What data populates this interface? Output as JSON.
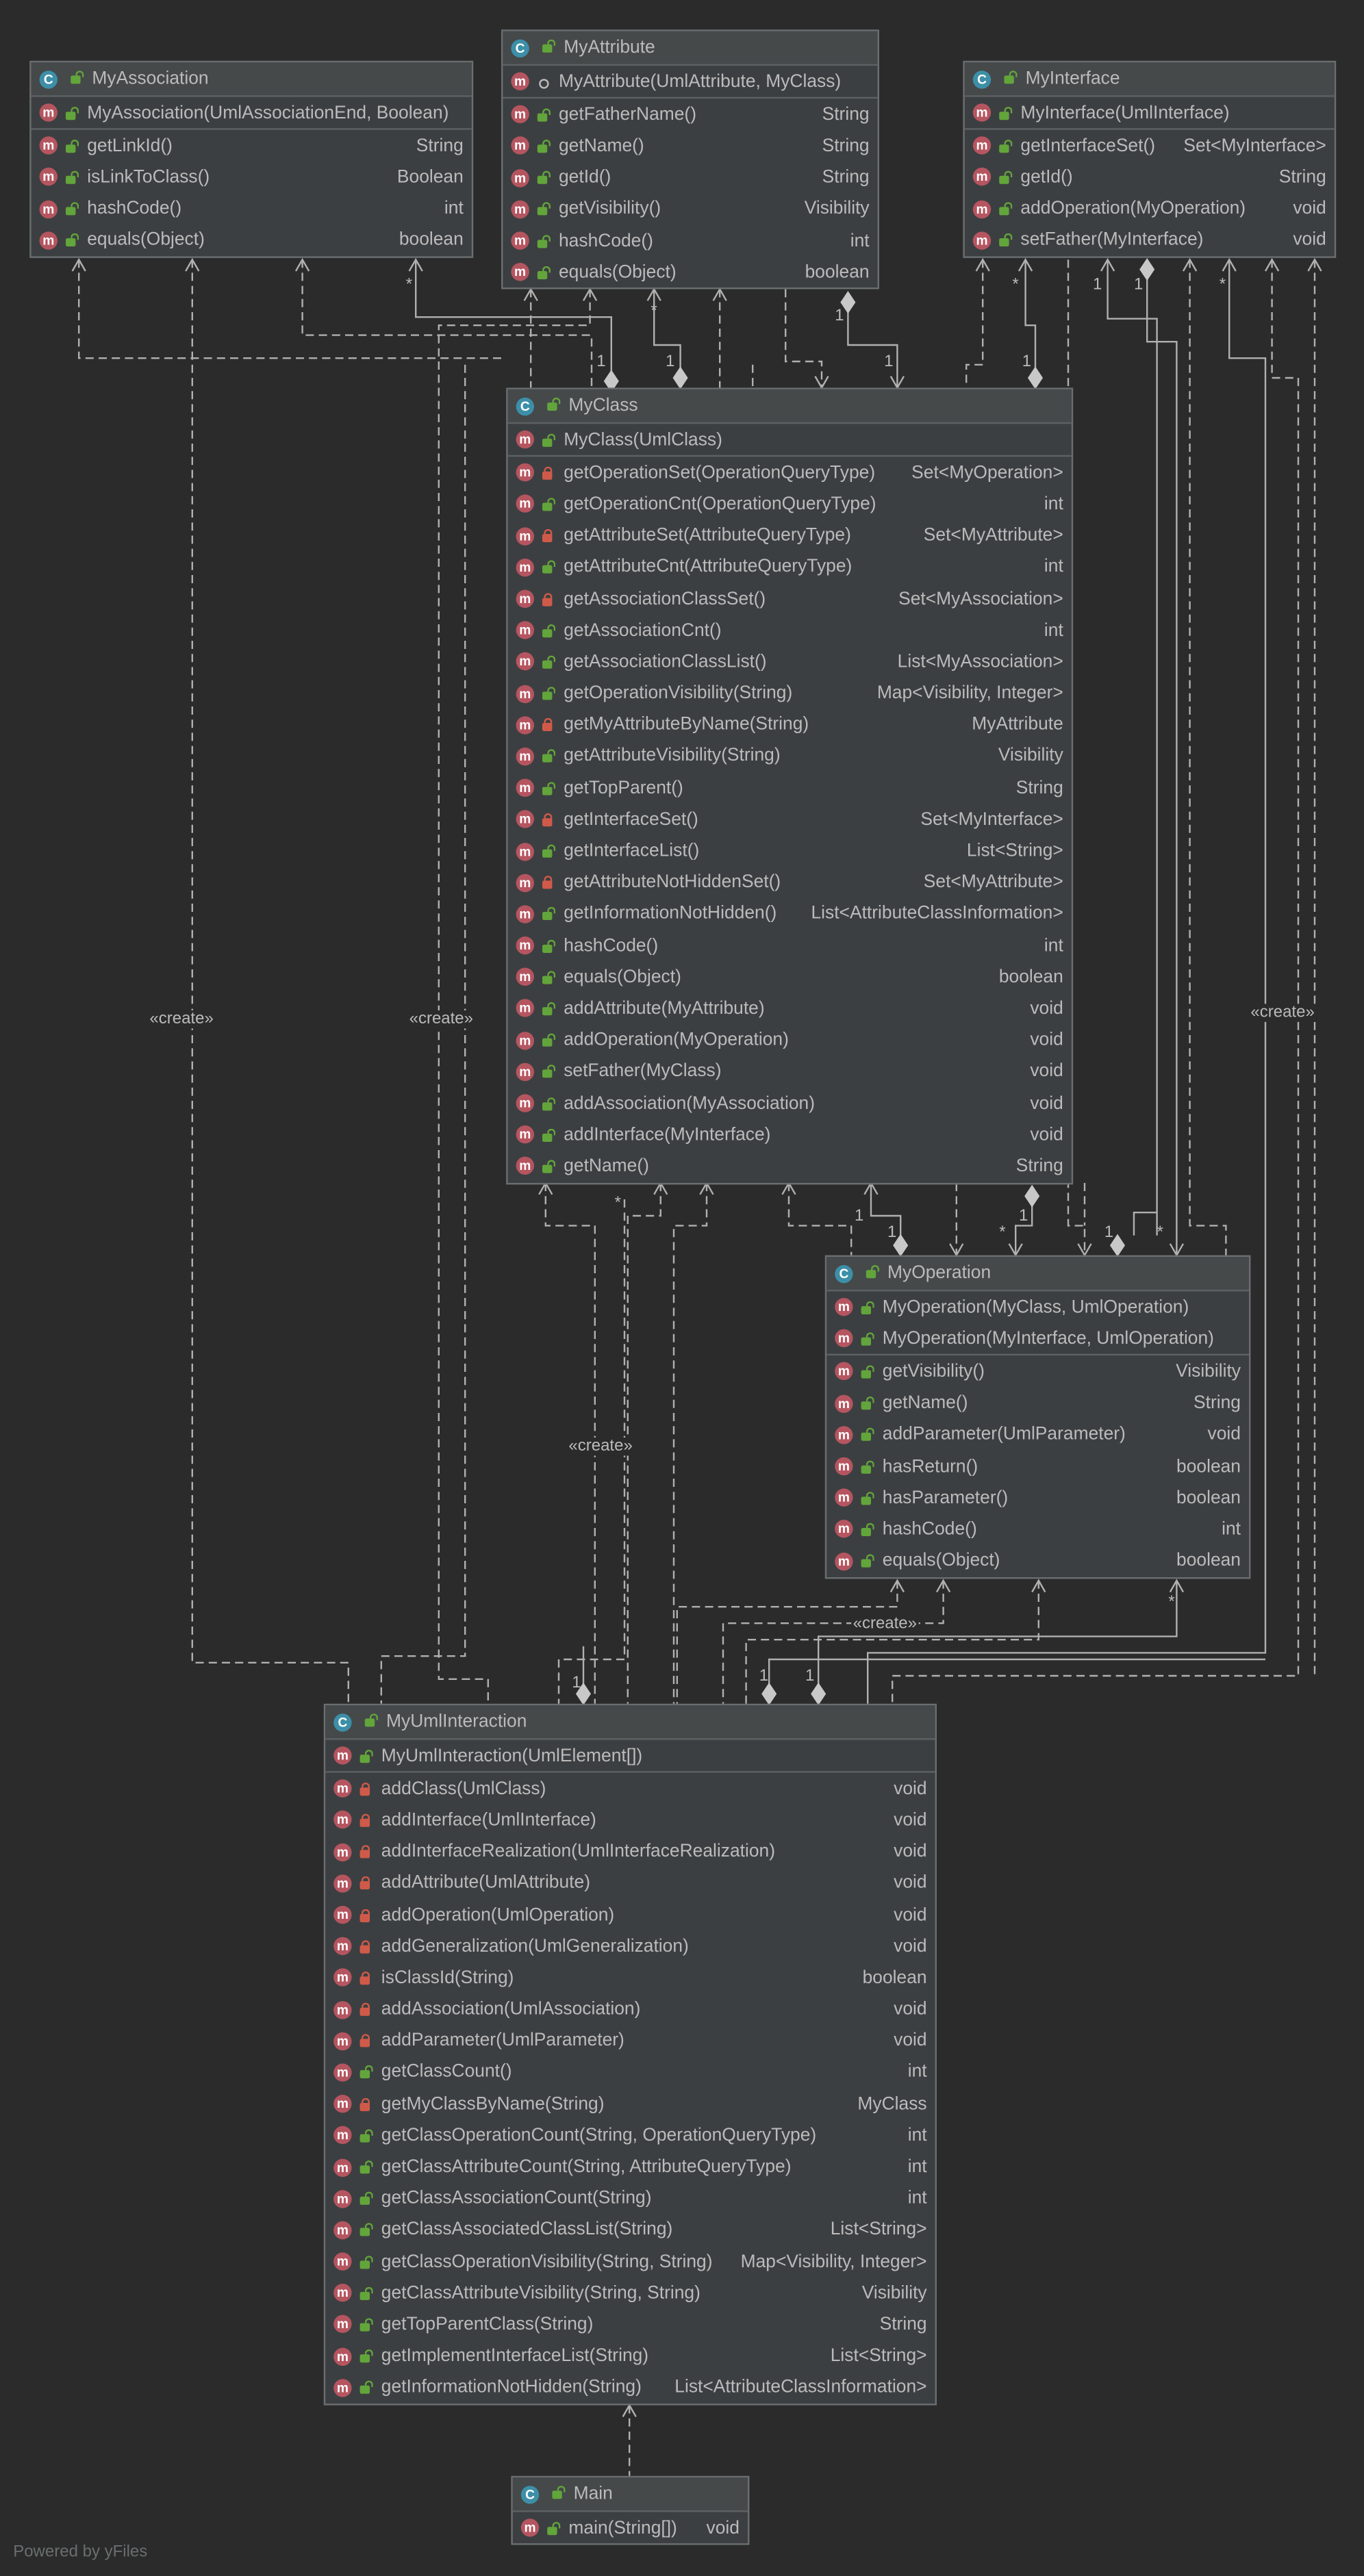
{
  "colors": {
    "background": "#2b2b2b",
    "box": "#3c3f41",
    "box_header": "#45494a",
    "text": "#bbbbbb",
    "edge": "#b0b0b0",
    "class_icon": "#3d8fa8",
    "method_icon": "#b55560",
    "public": "#62a53b",
    "private": "#d05a4a"
  },
  "classes": [
    {
      "id": "MyAssociation",
      "name": "MyAssociation",
      "icon": "C",
      "constructors": [
        {
          "name": "MyAssociation(UmlAssociationEnd, Boolean)",
          "ret": "",
          "vis": "pub"
        }
      ],
      "methods": [
        {
          "name": "getLinkId()",
          "ret": "String",
          "vis": "pub"
        },
        {
          "name": "isLinkToClass()",
          "ret": "Boolean",
          "vis": "pub"
        },
        {
          "name": "hashCode()",
          "ret": "int",
          "vis": "pub"
        },
        {
          "name": "equals(Object)",
          "ret": "boolean",
          "vis": "pub"
        }
      ]
    },
    {
      "id": "MyAttribute",
      "name": "MyAttribute",
      "icon": "C",
      "constructors": [
        {
          "name": "MyAttribute(UmlAttribute, MyClass)",
          "ret": "",
          "vis": "pkg"
        }
      ],
      "methods": [
        {
          "name": "getFatherName()",
          "ret": "String",
          "vis": "pub"
        },
        {
          "name": "getName()",
          "ret": "String",
          "vis": "pub"
        },
        {
          "name": "getId()",
          "ret": "String",
          "vis": "pub"
        },
        {
          "name": "getVisibility()",
          "ret": "Visibility",
          "vis": "pub"
        },
        {
          "name": "hashCode()",
          "ret": "int",
          "vis": "pub"
        },
        {
          "name": "equals(Object)",
          "ret": "boolean",
          "vis": "pub"
        }
      ]
    },
    {
      "id": "MyInterface",
      "name": "MyInterface",
      "icon": "C",
      "constructors": [
        {
          "name": "MyInterface(UmlInterface)",
          "ret": "",
          "vis": "pub"
        }
      ],
      "methods": [
        {
          "name": "getInterfaceSet()",
          "ret": "Set<MyInterface>",
          "vis": "pub"
        },
        {
          "name": "getId()",
          "ret": "String",
          "vis": "pub"
        },
        {
          "name": "addOperation(MyOperation)",
          "ret": "void",
          "vis": "pub"
        },
        {
          "name": "setFather(MyInterface)",
          "ret": "void",
          "vis": "pub"
        }
      ]
    },
    {
      "id": "MyClass",
      "name": "MyClass",
      "icon": "C",
      "constructors": [
        {
          "name": "MyClass(UmlClass)",
          "ret": "",
          "vis": "pub"
        }
      ],
      "methods": [
        {
          "name": "getOperationSet(OperationQueryType)",
          "ret": "Set<MyOperation>",
          "vis": "priv"
        },
        {
          "name": "getOperationCnt(OperationQueryType)",
          "ret": "int",
          "vis": "pub"
        },
        {
          "name": "getAttributeSet(AttributeQueryType)",
          "ret": "Set<MyAttribute>",
          "vis": "priv"
        },
        {
          "name": "getAttributeCnt(AttributeQueryType)",
          "ret": "int",
          "vis": "pub"
        },
        {
          "name": "getAssociationClassSet()",
          "ret": "Set<MyAssociation>",
          "vis": "priv"
        },
        {
          "name": "getAssociationCnt()",
          "ret": "int",
          "vis": "pub"
        },
        {
          "name": "getAssociationClassList()",
          "ret": "List<MyAssociation>",
          "vis": "pub"
        },
        {
          "name": "getOperationVisibility(String)",
          "ret": "Map<Visibility, Integer>",
          "vis": "pub"
        },
        {
          "name": "getMyAttributeByName(String)",
          "ret": "MyAttribute",
          "vis": "priv"
        },
        {
          "name": "getAttributeVisibility(String)",
          "ret": "Visibility",
          "vis": "pub"
        },
        {
          "name": "getTopParent()",
          "ret": "String",
          "vis": "pub"
        },
        {
          "name": "getInterfaceSet()",
          "ret": "Set<MyInterface>",
          "vis": "priv"
        },
        {
          "name": "getInterfaceList()",
          "ret": "List<String>",
          "vis": "pub"
        },
        {
          "name": "getAttributeNotHiddenSet()",
          "ret": "Set<MyAttribute>",
          "vis": "priv"
        },
        {
          "name": "getInformationNotHidden()",
          "ret": "List<AttributeClassInformation>",
          "vis": "pub"
        },
        {
          "name": "hashCode()",
          "ret": "int",
          "vis": "pub"
        },
        {
          "name": "equals(Object)",
          "ret": "boolean",
          "vis": "pub"
        },
        {
          "name": "addAttribute(MyAttribute)",
          "ret": "void",
          "vis": "pub"
        },
        {
          "name": "addOperation(MyOperation)",
          "ret": "void",
          "vis": "pub"
        },
        {
          "name": "setFather(MyClass)",
          "ret": "void",
          "vis": "pub"
        },
        {
          "name": "addAssociation(MyAssociation)",
          "ret": "void",
          "vis": "pub"
        },
        {
          "name": "addInterface(MyInterface)",
          "ret": "void",
          "vis": "pub"
        },
        {
          "name": "getName()",
          "ret": "String",
          "vis": "pub"
        }
      ]
    },
    {
      "id": "MyOperation",
      "name": "MyOperation",
      "icon": "C",
      "constructors": [
        {
          "name": "MyOperation(MyClass, UmlOperation)",
          "ret": "",
          "vis": "pub"
        },
        {
          "name": "MyOperation(MyInterface, UmlOperation)",
          "ret": "",
          "vis": "pub"
        }
      ],
      "methods": [
        {
          "name": "getVisibility()",
          "ret": "Visibility",
          "vis": "pub"
        },
        {
          "name": "getName()",
          "ret": "String",
          "vis": "pub"
        },
        {
          "name": "addParameter(UmlParameter)",
          "ret": "void",
          "vis": "pub"
        },
        {
          "name": "hasReturn()",
          "ret": "boolean",
          "vis": "pub"
        },
        {
          "name": "hasParameter()",
          "ret": "boolean",
          "vis": "pub"
        },
        {
          "name": "hashCode()",
          "ret": "int",
          "vis": "pub"
        },
        {
          "name": "equals(Object)",
          "ret": "boolean",
          "vis": "pub"
        }
      ]
    },
    {
      "id": "MyUmlInteraction",
      "name": "MyUmlInteraction",
      "icon": "C",
      "constructors": [
        {
          "name": "MyUmlInteraction(UmlElement[])",
          "ret": "",
          "vis": "pub"
        }
      ],
      "methods": [
        {
          "name": "addClass(UmlClass)",
          "ret": "void",
          "vis": "priv"
        },
        {
          "name": "addInterface(UmlInterface)",
          "ret": "void",
          "vis": "priv"
        },
        {
          "name": "addInterfaceRealization(UmlInterfaceRealization)",
          "ret": "void",
          "vis": "priv"
        },
        {
          "name": "addAttribute(UmlAttribute)",
          "ret": "void",
          "vis": "priv"
        },
        {
          "name": "addOperation(UmlOperation)",
          "ret": "void",
          "vis": "priv"
        },
        {
          "name": "addGeneralization(UmlGeneralization)",
          "ret": "void",
          "vis": "priv"
        },
        {
          "name": "isClassId(String)",
          "ret": "boolean",
          "vis": "priv"
        },
        {
          "name": "addAssociation(UmlAssociation)",
          "ret": "void",
          "vis": "priv"
        },
        {
          "name": "addParameter(UmlParameter)",
          "ret": "void",
          "vis": "priv"
        },
        {
          "name": "getClassCount()",
          "ret": "int",
          "vis": "pub"
        },
        {
          "name": "getMyClassByName(String)",
          "ret": "MyClass",
          "vis": "priv"
        },
        {
          "name": "getClassOperationCount(String, OperationQueryType)",
          "ret": "int",
          "vis": "pub"
        },
        {
          "name": "getClassAttributeCount(String, AttributeQueryType)",
          "ret": "int",
          "vis": "pub"
        },
        {
          "name": "getClassAssociationCount(String)",
          "ret": "int",
          "vis": "pub"
        },
        {
          "name": "getClassAssociatedClassList(String)",
          "ret": "List<String>",
          "vis": "pub"
        },
        {
          "name": "getClassOperationVisibility(String, String)",
          "ret": "Map<Visibility, Integer>",
          "vis": "pub"
        },
        {
          "name": "getClassAttributeVisibility(String, String)",
          "ret": "Visibility",
          "vis": "pub"
        },
        {
          "name": "getTopParentClass(String)",
          "ret": "String",
          "vis": "pub"
        },
        {
          "name": "getImplementInterfaceList(String)",
          "ret": "List<String>",
          "vis": "pub"
        },
        {
          "name": "getInformationNotHidden(String)",
          "ret": "List<AttributeClassInformation>",
          "vis": "pub"
        }
      ]
    },
    {
      "id": "Main",
      "name": "Main",
      "icon": "C",
      "constructors": [],
      "methods": [
        {
          "name": "main(String[])",
          "ret": "void",
          "vis": "pub"
        }
      ]
    }
  ],
  "labels": {
    "create": "«create»",
    "many": "*",
    "one": "1"
  },
  "footer": "Powered by yFiles"
}
